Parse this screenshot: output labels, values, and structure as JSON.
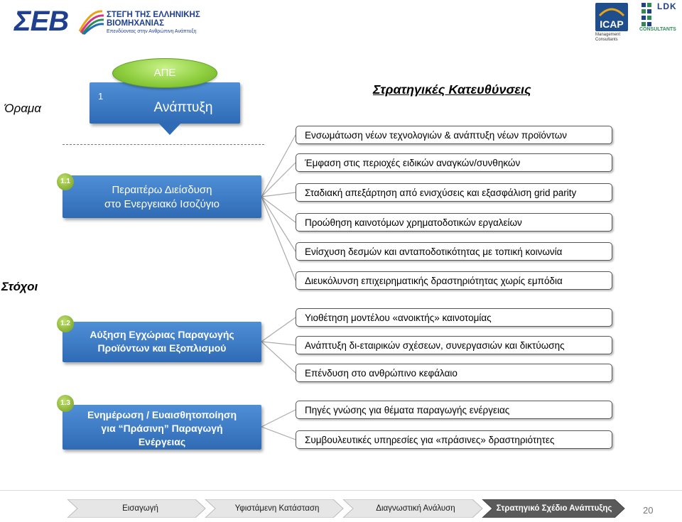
{
  "header": {
    "sev_logo": "ΣΕΒ",
    "sev_name_line1": "ΣΤΕΓΗ ΤΗΣ ΕΛΛΗΝΙΚΗΣ",
    "sev_name_line2": "ΒΙΟΜΗΧΑΝΙΑΣ",
    "sev_tagline": "Επενδύοντας στην Ανθρώπινη Ανάπτυξη",
    "icap_logo": "ICAP",
    "icap_sub": "Management Consultants",
    "ldk_logo": "LDK",
    "ldk_sub": "CONSULTANTS"
  },
  "labels": {
    "vision": "Όραμα",
    "goals": "Στόχοι"
  },
  "ape": "ΑΠΕ",
  "box1": {
    "number": "1",
    "label": "Ανάπτυξη"
  },
  "goals": [
    {
      "number": "1.1",
      "line1": "Περαιτέρω Διείσδυση",
      "line2": "στο Ενεργειακό Ισοζύγιο"
    },
    {
      "number": "1.2",
      "line1": "Αύξηση Εγχώριας Παραγωγής",
      "line2": "Προϊόντων και Εξοπλισμού"
    },
    {
      "number": "1.3",
      "line1": "Ενημέρωση / Ευαισθητοποίηση",
      "line2": "για “Πράσινη” Παραγωγή",
      "line3": "Ενέργειας"
    }
  ],
  "strategic_heading": "Στρατηγικές Κατευθύνσεις",
  "directions": [
    "Ενσωμάτωση νέων τεχνολογιών & ανάπτυξη νέων προϊόντων",
    "Έμφαση στις περιοχές ειδικών αναγκών/συνθηκών",
    "Σταδιακή απεξάρτηση από ενισχύσεις και εξασφάλιση grid parity",
    "Προώθηση καινοτόμων χρηματοδοτικών εργαλείων",
    "Ενίσχυση δεσμών και ανταποδοτικότητας με τοπική κοινωνία",
    "Διευκόλυνση  επιχειρηματικής δραστηριότητας χωρίς εμπόδια",
    "Υιοθέτηση μοντέλου «ανοικτής» καινοτομίας",
    "Ανάπτυξη δι-εταιρικών σχέσεων, συνεργασιών και δικτύωσης",
    "Επένδυση στο ανθρώπινο κεφάλαιο",
    "Πηγές γνώσης για θέματα παραγωγής ενέργειας",
    "Συμβουλευτικές υπηρεσίες για «πράσινες» δραστηριότητες"
  ],
  "footer": {
    "nav": [
      "Εισαγωγή",
      "Υφιστάμενη Κατάσταση",
      "Διαγνωστική Ανάλυση",
      "Στρατηγικό Σχέδιο Ανάπτυξης"
    ],
    "page": "20",
    "active_color": "#5a5a5a",
    "inactive_color": "#e6e6e6"
  }
}
